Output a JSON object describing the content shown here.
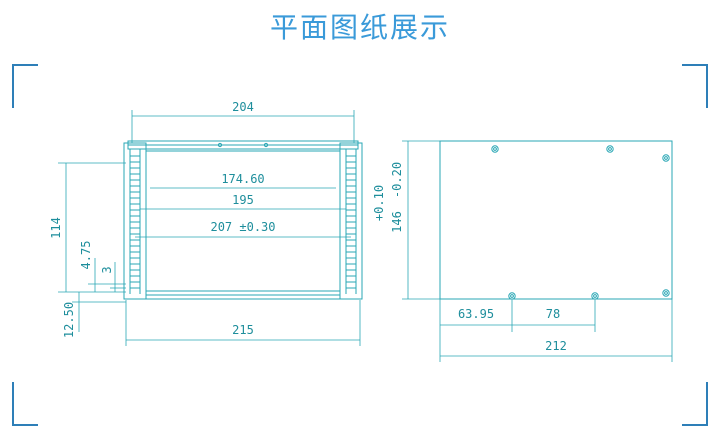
{
  "title": "平面图纸展示",
  "colors": {
    "title": "#3a9ad9",
    "line": "#2aa7b5",
    "frame": "#2e7fb8",
    "text": "#1e8e9c"
  },
  "dimensions": {
    "top_width": "204",
    "inner_1": "174.60",
    "inner_2": "195",
    "inner_3": "207 ±0.30",
    "bottom_width": "215",
    "left_height": "114",
    "left_475": "4.75",
    "left_3": "3",
    "left_1250": "12.50",
    "right_height": "146",
    "right_tol_plus": "+0.10",
    "right_tol_minus": "-0.20",
    "right_6395": "63.95",
    "right_78": "78",
    "right_212": "212"
  }
}
